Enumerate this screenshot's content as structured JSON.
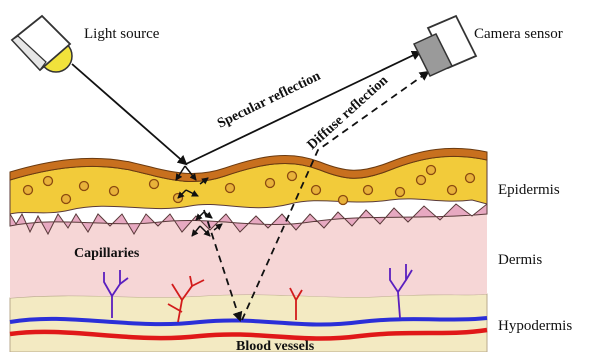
{
  "labels": {
    "light_source": "Light source",
    "camera_sensor": "Camera sensor",
    "specular_reflection": "Specular reflection",
    "diffuse_reflection": "Diffuse reflection",
    "epidermis": "Epidermis",
    "dermis": "Dermis",
    "hypodermis": "Hypodermis",
    "capillaries": "Capillaries",
    "blood_vessels": "Blood vessels"
  },
  "colors": {
    "epidermis_top": "#c8701e",
    "epidermis_fill": "#f2cb3a",
    "dermis_fill": "#f6d6d6",
    "hypodermis_fill": "#f3eac2",
    "blue_vessel": "#2b2fd8",
    "red_vessel": "#e01818",
    "capillary_purple": "#5a1fbf",
    "capillary_red": "#d21c1c",
    "lamp_bulb": "#f1e23b"
  }
}
